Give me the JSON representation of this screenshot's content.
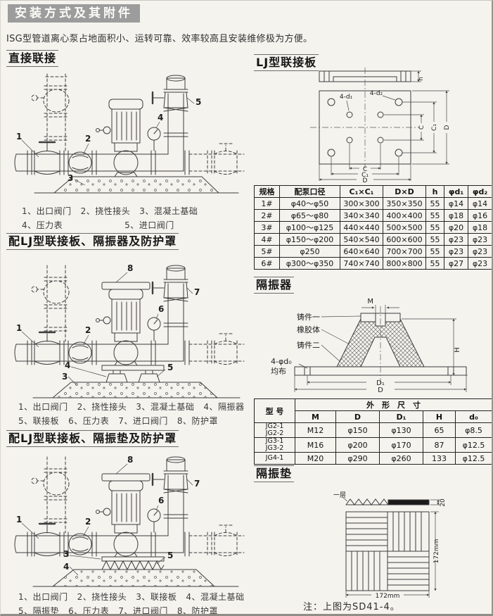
{
  "colors": {
    "title_bg": "#9c9c9c",
    "page_bg": "#f5f3ee",
    "ink": "#2a2a2a"
  },
  "header": {
    "title": "安装方式及其附件",
    "intro": "ISG型管道离心泵占地面积小、运转可靠、效率较高且安装维修极为方便。"
  },
  "sections": {
    "direct": {
      "heading": "直接联接",
      "captions": [
        "1、出口阀门",
        "2、挠性接头",
        "3、混凝土基础",
        "4、压力表",
        "5、进口阀门"
      ]
    },
    "isolator_assembly": {
      "heading": "配LJ型联接板、隔振器及防护罩",
      "captions": [
        "1、出口阀门",
        "2、挠性接头",
        "3、混凝土基础",
        "4、隔振器",
        "5、联接板",
        "6、压力表",
        "7、进口阀门",
        "8、防护罩"
      ]
    },
    "pad_assembly": {
      "heading": "配LJ型联接板、隔振垫及防护罩",
      "captions": [
        "1、出口阀门",
        "2、挠性接头",
        "3、联接板",
        "4、混凝土基础",
        "5、隔振垫",
        "6、压力表",
        "7、进口阀门",
        "8、防护罩"
      ]
    },
    "lj_plate": {
      "heading": "LJ型联接板"
    },
    "isolator": {
      "heading": "隔振器"
    },
    "pad": {
      "heading": "隔振垫",
      "note": "注：上图为SD41-4。"
    }
  },
  "drawings": {
    "callouts": [
      "1",
      "2",
      "3",
      "4",
      "5",
      "6",
      "7",
      "8"
    ],
    "lj_plate": {
      "h": "h",
      "holes_inner": "4-d₁",
      "holes_outer": "4-d₂",
      "c": "C",
      "c1": "C₁",
      "d": "D"
    },
    "isolator": {
      "casting1": "铸件一",
      "rubber": "橡胶体",
      "casting2": "铸件二",
      "holes": "4-φd₀",
      "dist": "均布",
      "m": "M",
      "h": "H",
      "d1": "D₁",
      "d": "D"
    },
    "pad": {
      "layer": "一层",
      "thickness": "20",
      "width": "172mm",
      "height": "172mm"
    }
  },
  "tables": {
    "lj": {
      "headers": [
        "规格",
        "配泵口径",
        "C₁×C₁",
        "D×D",
        "h",
        "φd₁",
        "φd₂"
      ],
      "rows": [
        [
          "1#",
          "φ40～φ50",
          "300×300",
          "350×350",
          "55",
          "φ14",
          "φ14"
        ],
        [
          "2#",
          "φ65～φ80",
          "340×340",
          "400×400",
          "55",
          "φ18",
          "φ16"
        ],
        [
          "3#",
          "φ100～φ125",
          "440×440",
          "500×500",
          "55",
          "φ20",
          "φ18"
        ],
        [
          "4#",
          "φ150～φ200",
          "540×540",
          "600×600",
          "55",
          "φ23",
          "φ23"
        ],
        [
          "5#",
          "φ250",
          "640×640",
          "700×700",
          "55",
          "φ23",
          "φ23"
        ],
        [
          "6#",
          "φ300～φ350",
          "740×740",
          "800×800",
          "55",
          "φ27",
          "φ23"
        ]
      ]
    },
    "isolator": {
      "model_header": "型  号",
      "span_header": "外　形　尺　寸",
      "sub_headers": [
        "M",
        "D",
        "D₁",
        "H",
        "d₀"
      ],
      "rows": [
        [
          "JG2-1",
          "JG2-2",
          "M12",
          "φ150",
          "φ130",
          "65",
          "φ8.5"
        ],
        [
          "JG3-1",
          "JG3-2",
          "M16",
          "φ200",
          "φ170",
          "87",
          "φ12.5"
        ],
        [
          "JG4-1",
          "",
          "M20",
          "φ290",
          "φ260",
          "133",
          "φ12.5"
        ]
      ]
    }
  }
}
